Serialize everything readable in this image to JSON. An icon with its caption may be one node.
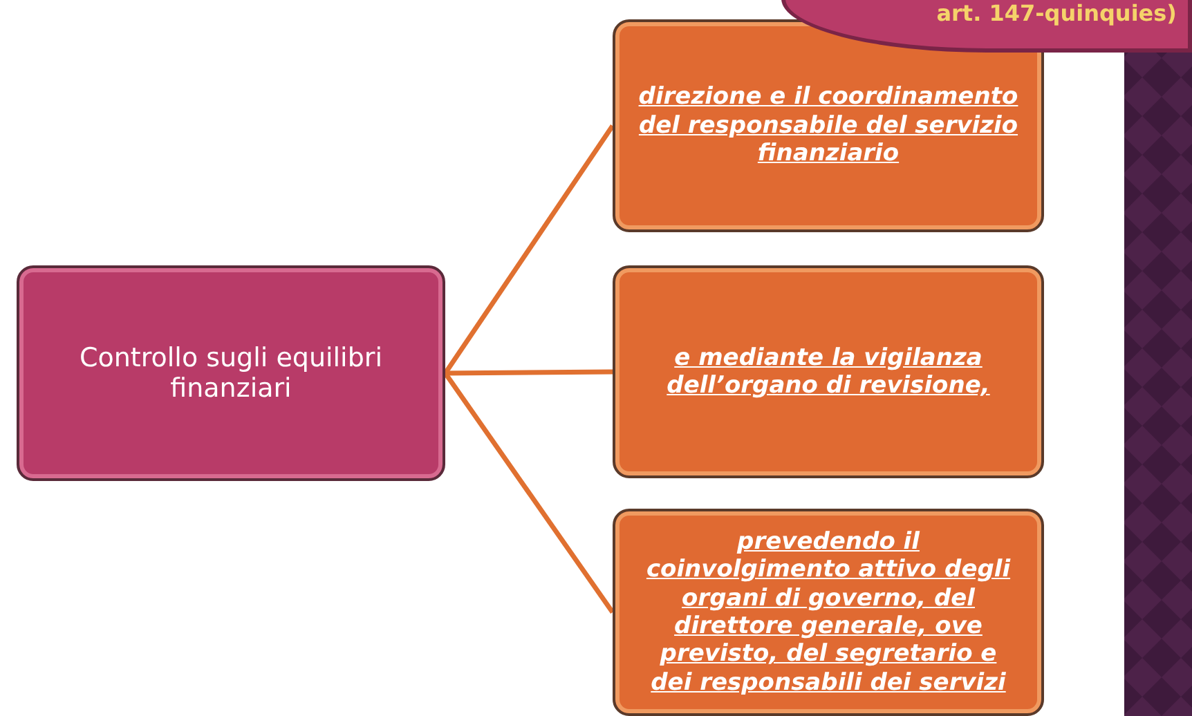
{
  "diagram": {
    "nodes": [
      {
        "text": [
          "Controllo sugli equilibri finanziari"
        ]
      },
      {
        "text": [
          "direzione e il coordinamento del responsabile del servizio finanziario"
        ]
      },
      {
        "text": [
          "e mediante la vigilanza dell’organo di revisione,"
        ]
      },
      {
        "text": [
          "prevedendo il coinvolgimento attivo degli organi di governo, del direttore generale, ove previsto, del segretario e dei responsabili dei servizi"
        ]
      },
      {
        "text": [
          "art. 147-quinquies)"
        ]
      }
    ],
    "edges": [
      {
        "from": 0,
        "to": 1,
        "arrow": "none"
      },
      {
        "from": 0,
        "to": 2,
        "arrow": "none"
      },
      {
        "from": 0,
        "to": 3,
        "arrow": "none"
      }
    ]
  }
}
